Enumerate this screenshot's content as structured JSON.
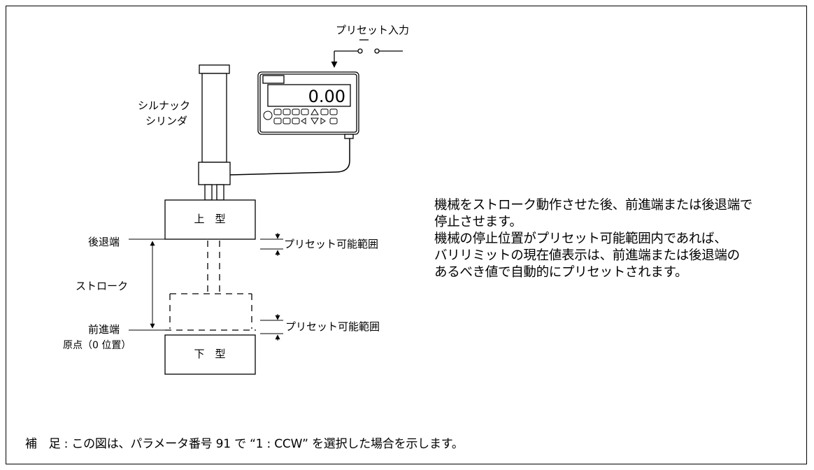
{
  "diagram": {
    "preset_input_label": "プリセット入力",
    "display_value": "0.00",
    "cylinder_label_line1": "シルナック",
    "cylinder_label_line2": "シリンダ",
    "upper_die_label": "上　型",
    "lower_die_label": "下　型",
    "retract_end_label": "後退端",
    "stroke_label": "ストローク",
    "advance_end_label": "前進端",
    "origin_label": "原点（0 位置）",
    "preset_range_upper_label": "プリセット可能範囲",
    "preset_range_lower_label": "プリセット可能範囲"
  },
  "explanation": {
    "line1": "機械をストローク動作させた後、前進端または後退端で",
    "line2": "停止させます。",
    "line3": "機械の停止位置がプリセット可能範囲内であれば、",
    "line4": "バリリミットの現在値表示は、前進端または後退端の",
    "line5": "あるべき値で自動的にプリセットされます。"
  },
  "note": "補　足 : この図は、パラメータ番号 91 で “1 : CCW” を選択した場合を示します。"
}
